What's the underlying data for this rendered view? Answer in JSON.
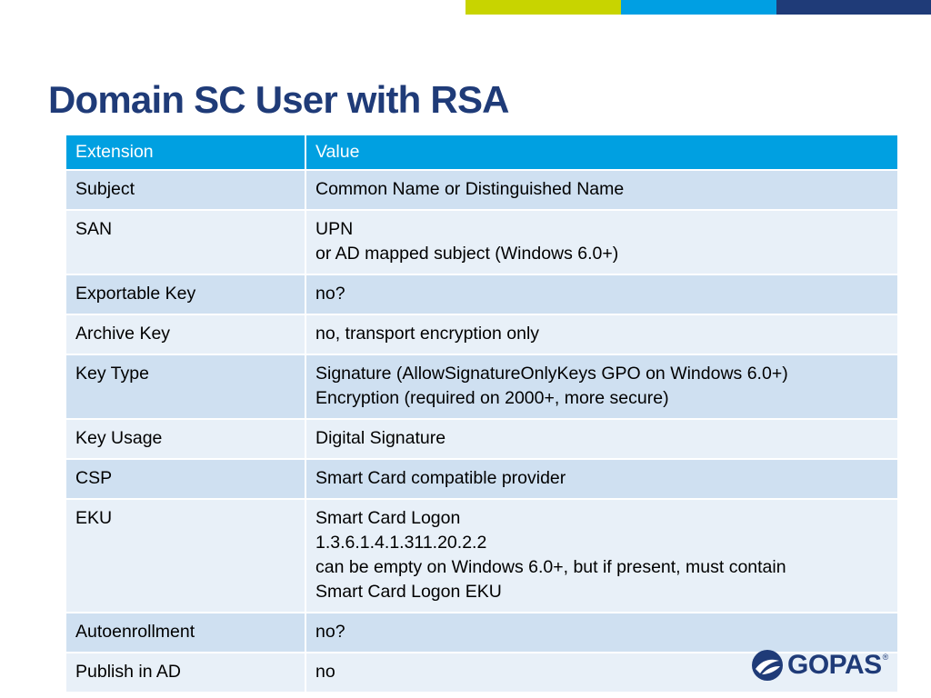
{
  "colors": {
    "accent_green": "#c8d400",
    "accent_blue": "#009fe3",
    "accent_navy": "#1f3b78",
    "title": "#1f3b78",
    "header_bg": "#00a0e1",
    "row_dark": "#cfe0f1",
    "row_light": "#e8f0f8",
    "logo": "#1f3b78"
  },
  "slide": {
    "title": "Domain SC User with RSA"
  },
  "table": {
    "headers": [
      "Extension",
      "Value"
    ],
    "rows": [
      {
        "extension": "Subject",
        "value": [
          "Common Name or Distinguished Name"
        ]
      },
      {
        "extension": "SAN",
        "value": [
          "UPN",
          "or AD mapped subject (Windows 6.0+)"
        ]
      },
      {
        "extension": "Exportable Key",
        "value": [
          "no?"
        ]
      },
      {
        "extension": "Archive Key",
        "value": [
          "no, transport encryption only"
        ]
      },
      {
        "extension": "Key Type",
        "value": [
          "Signature (AllowSignatureOnlyKeys GPO on Windows 6.0+)",
          "Encryption (required on 2000+, more secure)"
        ]
      },
      {
        "extension": "Key Usage",
        "value": [
          "Digital Signature"
        ]
      },
      {
        "extension": "CSP",
        "value": [
          "Smart Card compatible provider"
        ]
      },
      {
        "extension": "EKU",
        "value": [
          "Smart Card Logon",
          "1.3.6.1.4.1.311.20.2.2",
          "can be empty on Windows 6.0+, but if present, must contain",
          "Smart Card Logon EKU"
        ]
      },
      {
        "extension": "Autoenrollment",
        "value": [
          "no?"
        ]
      },
      {
        "extension": "Publish in AD",
        "value": [
          "no"
        ]
      }
    ]
  },
  "logo": {
    "icon": "gopas-logo-mark",
    "text": "GOPAS",
    "registered": "®"
  }
}
